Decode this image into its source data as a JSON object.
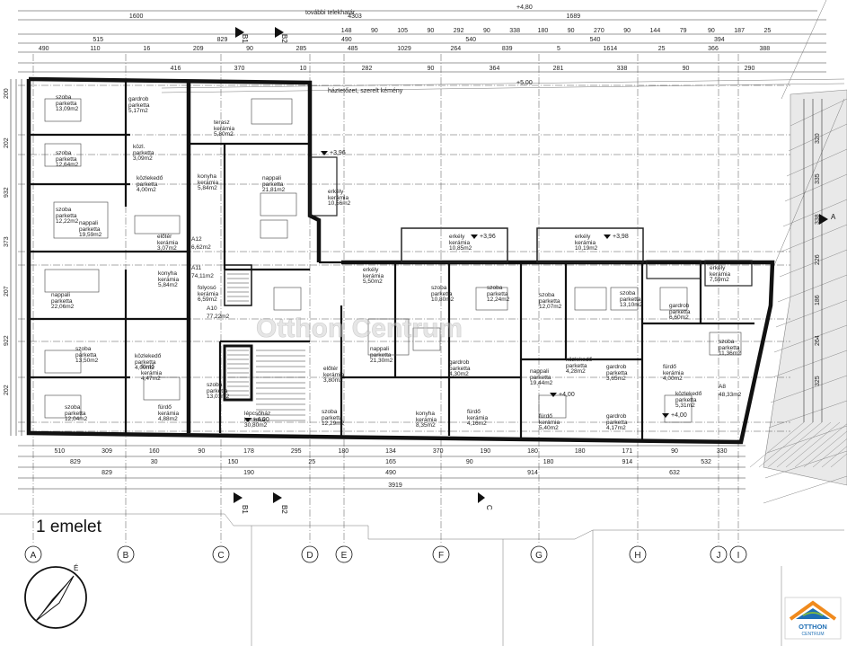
{
  "title": "1 emelet",
  "axes": [
    "A",
    "B",
    "C",
    "D",
    "E",
    "F",
    "G",
    "H",
    "J",
    "I"
  ],
  "section_marks": [
    "B1",
    "B2",
    "C"
  ],
  "top_labels": {
    "property_line": "további telekhatár",
    "roof_note": "háztetőzet, szerelt kémény",
    "level_top": "+4,80",
    "level_mid": "+5,00"
  },
  "top_dims_row1": [
    "1600",
    "4303",
    "1689"
  ],
  "top_dims_row2": [
    "148",
    "90",
    "105",
    "90",
    "292",
    "90",
    "338",
    "180",
    "90",
    "270",
    "90",
    "144",
    "79",
    "90",
    "187",
    "25"
  ],
  "top_dims_row3": [
    "515",
    "829",
    "490",
    "540",
    "540",
    "394"
  ],
  "top_dims_row4": [
    "490",
    "110",
    "16",
    "209",
    "90",
    "285",
    "485",
    "1029",
    "264",
    "839",
    "5",
    "1614",
    "25",
    "366",
    "388"
  ],
  "top_dims_row5": [
    "416",
    "370",
    "10",
    "282",
    "90",
    "364",
    "281",
    "338",
    "90",
    "290"
  ],
  "bottom_dims_row1": [
    "510",
    "309",
    "160",
    "90",
    "178",
    "295",
    "180",
    "134",
    "370",
    "190",
    "180",
    "180",
    "171",
    "90",
    "330"
  ],
  "bottom_dims_row2": [
    "829",
    "30",
    "150",
    "25",
    "165",
    "90",
    "180",
    "914",
    "532"
  ],
  "bottom_dims_row3": [
    "829",
    "190",
    "490",
    "914",
    "632"
  ],
  "bottom_total": "3919",
  "left_dims": [
    "200",
    "202",
    "932",
    "373",
    "207",
    "922",
    "202"
  ],
  "right_dims": [
    "320",
    "335",
    "338",
    "226",
    "186",
    "264",
    "325"
  ],
  "rooms": [
    {
      "name": "szoba",
      "sub": "parketta",
      "area": "13,09m2"
    },
    {
      "name": "gardrob",
      "sub": "parketta",
      "area": "5,17m2"
    },
    {
      "name": "szoba",
      "sub": "parketta",
      "area": "12,64m2"
    },
    {
      "name": "szoba",
      "sub": "parketta",
      "area": "12,22m2"
    },
    {
      "name": "közl.",
      "sub": "parketta",
      "area": "3,09m2"
    },
    {
      "name": "közlekedő",
      "sub": "parketta",
      "area": "4,00m2"
    },
    {
      "name": "konyha",
      "sub": "kerámia",
      "area": "5,84m2"
    },
    {
      "name": "nappali",
      "sub": "parketta",
      "area": "21,81m2"
    },
    {
      "name": "terasz",
      "sub": "kerámia",
      "area": "5,80m2"
    },
    {
      "name": "nappali",
      "sub": "parketta",
      "area": "19,59m2"
    },
    {
      "name": "erkély",
      "sub": "kerámia",
      "area": "10,56m2"
    },
    {
      "name": "előtér",
      "sub": "kerámia",
      "area": "3,07m2"
    },
    {
      "name": "A12",
      "sub": "",
      "area": "6,62m2"
    },
    {
      "name": "A11",
      "sub": "",
      "area": "74,11m2"
    },
    {
      "name": "folyosó",
      "sub": "kerámia",
      "area": "6,59m2"
    },
    {
      "name": "konyha",
      "sub": "kerámia",
      "area": "5,84m2"
    },
    {
      "name": "nappali",
      "sub": "parketta",
      "area": "22,06m2"
    },
    {
      "name": "A10",
      "sub": "",
      "area": "77,22m2"
    },
    {
      "name": "szoba",
      "sub": "parketta",
      "area": "13,50m2"
    },
    {
      "name": "szoba",
      "sub": "parketta",
      "area": "12,04m2"
    },
    {
      "name": "közlekedő",
      "sub": "parketta",
      "area": "4,00m2"
    },
    {
      "name": "fürdő",
      "sub": "kerámia",
      "area": "4,47m2"
    },
    {
      "name": "szoba",
      "sub": "parketta",
      "area": "13,01m2"
    },
    {
      "name": "fürdő",
      "sub": "kerámia",
      "area": "4,88m2"
    },
    {
      "name": "lépcsőház",
      "sub": "kerámia",
      "area": "30,80m2"
    },
    {
      "name": "erkély",
      "sub": "kerámia",
      "area": "10,85m2"
    },
    {
      "name": "erkély",
      "sub": "kerámia",
      "area": "10,19m2"
    },
    {
      "name": "erkély",
      "sub": "kerámia",
      "area": "5,50m2"
    },
    {
      "name": "erkély",
      "sub": "kerámia",
      "area": "7,59m2"
    },
    {
      "name": "szoba",
      "sub": "parketta",
      "area": "10,80m2"
    },
    {
      "name": "szoba",
      "sub": "parketta",
      "area": "12,24m2"
    },
    {
      "name": "szoba",
      "sub": "parketta",
      "area": "12,07m2"
    },
    {
      "name": "szoba",
      "sub": "parketta",
      "area": "13,10m2"
    },
    {
      "name": "gardrob",
      "sub": "parketta",
      "area": "6,60m2"
    },
    {
      "name": "nappali",
      "sub": "parketta",
      "area": "21,30m2"
    },
    {
      "name": "gardrob",
      "sub": "parketta",
      "area": "4,30m2"
    },
    {
      "name": "közlekedő",
      "sub": "parketta",
      "area": "4,28m2"
    },
    {
      "name": "nappali",
      "sub": "parketta",
      "area": "19,44m2"
    },
    {
      "name": "szoba",
      "sub": "parketta",
      "area": "11,36m2"
    },
    {
      "name": "konyha",
      "sub": "kerámia",
      "area": "8,35m2"
    },
    {
      "name": "fürdő",
      "sub": "kerámia",
      "area": "4,16m2"
    },
    {
      "name": "fürdő",
      "sub": "kerámia",
      "area": "5,40m2"
    },
    {
      "name": "gardrob",
      "sub": "parketta",
      "area": "3,65m2"
    },
    {
      "name": "gardrob",
      "sub": "parketta",
      "area": "4,17m2"
    },
    {
      "name": "fürdő",
      "sub": "kerámia",
      "area": "4,00m2"
    },
    {
      "name": "közlekedő",
      "sub": "parketta",
      "area": "5,31m2"
    },
    {
      "name": "A8",
      "sub": "",
      "area": "48,33m2"
    },
    {
      "name": "előtér",
      "sub": "kerámia",
      "area": "3,80m2"
    },
    {
      "name": "szoba",
      "sub": "parketta",
      "area": "12,29m2"
    }
  ],
  "levels": [
    "+3,96",
    "+3,96",
    "+3,98",
    "+4,00",
    "+4,00",
    "+4,00",
    "+5,00"
  ],
  "logo": {
    "line1": "OTTHON",
    "line2": "CENTRUM"
  },
  "watermark": "Otthon Centrum",
  "colors": {
    "ink": "#111111",
    "logo_orange": "#f08a1d",
    "logo_blue": "#1f6fb5",
    "logo_green": "#7ab648"
  }
}
